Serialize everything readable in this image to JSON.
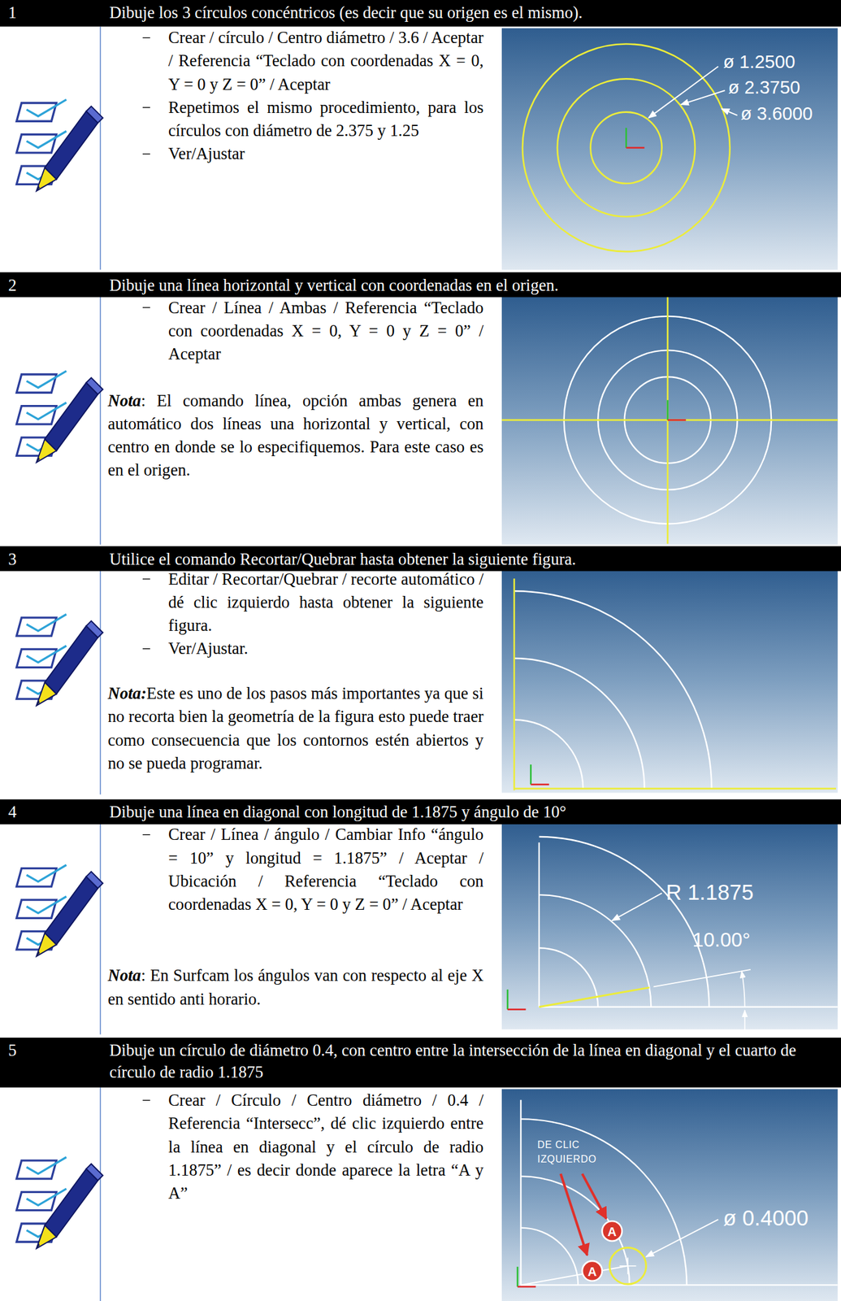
{
  "diagram": {
    "nodes": [
      {
        "text": [
          "1",
          "Dibuje los 3 círculos concéntricos (es decir que su origen es el mismo)."
        ]
      },
      {
        "text": [
          "2",
          "Dibuje una línea horizontal y vertical con coordenadas en el origen."
        ]
      },
      {
        "text": [
          "3",
          "Utilice el comando Recortar/Quebrar hasta obtener la siguiente figura."
        ]
      },
      {
        "text": [
          "4",
          "Dibuje una línea en diagonal con longitud de 1.1875 y ángulo de 10°"
        ]
      },
      {
        "text": [
          "5",
          "Dibuje un círculo de diámetro 0.4, con centro entre la intersección de la línea en diagonal y el cuarto de círculo de radio 1.1875"
        ]
      },
      {
        "text": [
          "A"
        ]
      },
      {
        "text": [
          "A"
        ]
      }
    ],
    "labels": [
      "Crear / círculo / Centro diámetro / 3.6 / Aceptar / Referencia “Teclado con coordenadas X = 0, Y = 0 y Z = 0” / Aceptar",
      "Repetimos el mismo procedimiento, para los círculos con diámetro de 2.375 y 1.25",
      "Ver/Ajustar",
      "ø 1.2500",
      "ø 2.3750",
      "ø 3.6000",
      "Crear / Línea / Ambas / Referencia “Teclado con coordenadas X = 0, Y = 0 y Z = 0” / Aceptar",
      "Nota",
      ": El comando línea, opción ambas genera en automático dos líneas una horizontal y vertical, con centro en donde se lo especifiquemos. Para este caso es en el origen.",
      "Editar / Recortar/Quebrar / recorte automático / dé clic izquierdo hasta obtener la siguiente figura.",
      "Ver/Ajustar.",
      "Nota:",
      "Este es uno de los pasos más importantes ya que si no recorta bien la geometría de la figura esto puede traer como consecuencia que los contornos estén abiertos y no se pueda programar.",
      "Crear / Línea / ángulo / Cambiar Info “ángulo = 10” y longitud = 1.1875” / Aceptar / Ubicación / Referencia “Teclado con coordenadas X = 0, Y = 0 y Z = 0” / Aceptar",
      "Nota",
      ": En Surfcam los ángulos van con respecto al eje X en sentido anti horario.",
      "R 1.1875",
      "10.00°",
      "Crear / Círculo / Centro diámetro / 0.4 / Referencia “Intersecc”, dé clic izquierdo entre la línea en diagonal y el círculo de radio 1.1875” / es decir donde aparece la letra “A y A”",
      "DE CLIC IZQUIERDO",
      "ø 0.4000"
    ]
  }
}
